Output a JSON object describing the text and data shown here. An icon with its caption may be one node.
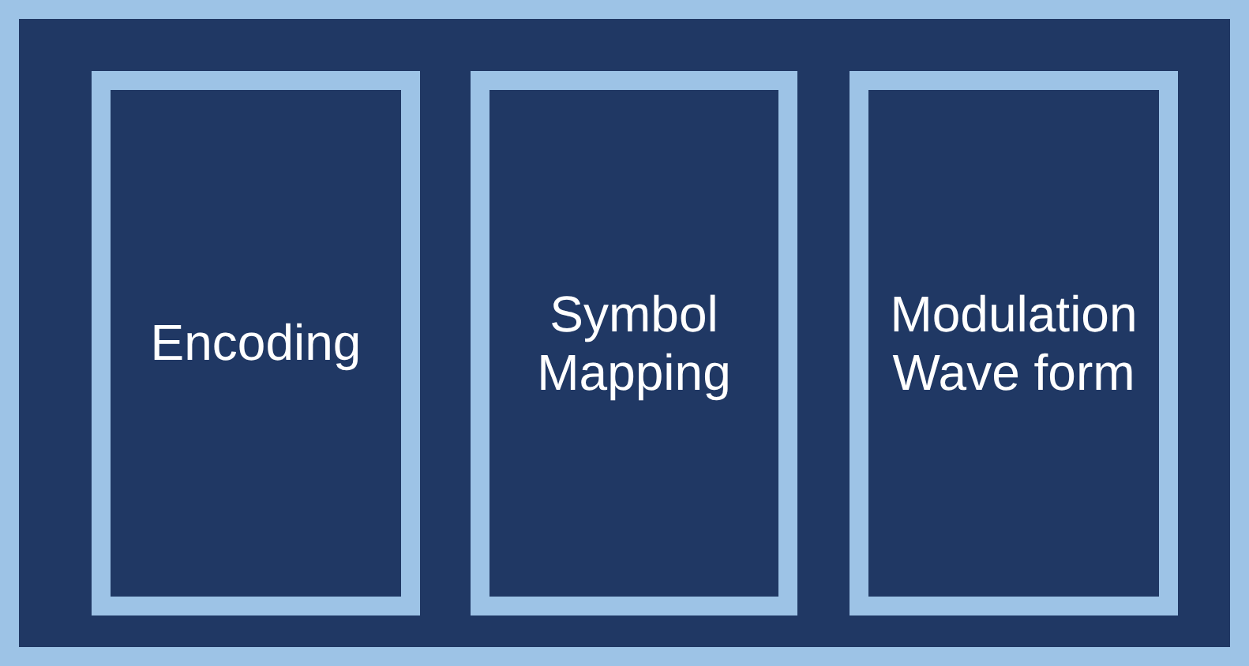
{
  "diagram": {
    "nodes": [
      {
        "text": [],
        "shape": "box"
      },
      {
        "text": [
          "Encoding"
        ],
        "in": 0
      },
      {
        "text": [
          "Symbol Mapping"
        ],
        "in": 0
      },
      {
        "text": [
          "Modulation Wave form"
        ],
        "in": 0
      }
    ]
  }
}
